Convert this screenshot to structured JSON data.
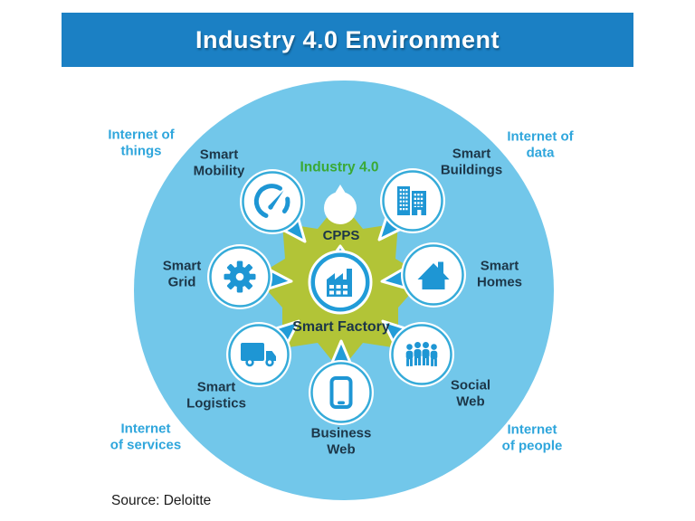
{
  "header": {
    "title": "Industry 4.0 Environment"
  },
  "diagram": {
    "labels": {
      "industry": "Industry 4.0",
      "cpps": "CPPS",
      "smart_factory": "Smart Factory",
      "smart_mobility": "Smart\nMobility",
      "smart_buildings": "Smart\nBuildings",
      "smart_grid": "Smart\nGrid",
      "smart_homes": "Smart\nHomes",
      "smart_logistics": "Smart\nLogistics",
      "social_web": "Social\nWeb",
      "business_web": "Business\nWeb"
    },
    "corners": {
      "top_left": "Internet of\nthings",
      "top_right": "Internet of\ndata",
      "bottom_left": "Internet\nof services",
      "bottom_right": "Internet\nof people"
    },
    "icons": {
      "smart_mobility": "speedometer-icon",
      "smart_buildings": "buildings-icon",
      "smart_grid": "gear-icon",
      "smart_homes": "house-icon",
      "smart_logistics": "truck-icon",
      "social_web": "people-group-icon",
      "business_web": "smartphone-icon",
      "smart_factory": "factory-icon",
      "cpps": "droplet-marker"
    },
    "colors": {
      "banner_blue": "#1b80c4",
      "sky_circle": "#72c7ea",
      "node_blue": "#219cd8",
      "icon_blue": "#1e96d4",
      "ring_teal": "#35abd9",
      "star_green": "#b2c437",
      "industry_green": "#3aa935",
      "dark_label": "#1c3648",
      "corner_blue": "#2fa6dc"
    }
  },
  "footer": {
    "source": "Source: Deloitte"
  }
}
